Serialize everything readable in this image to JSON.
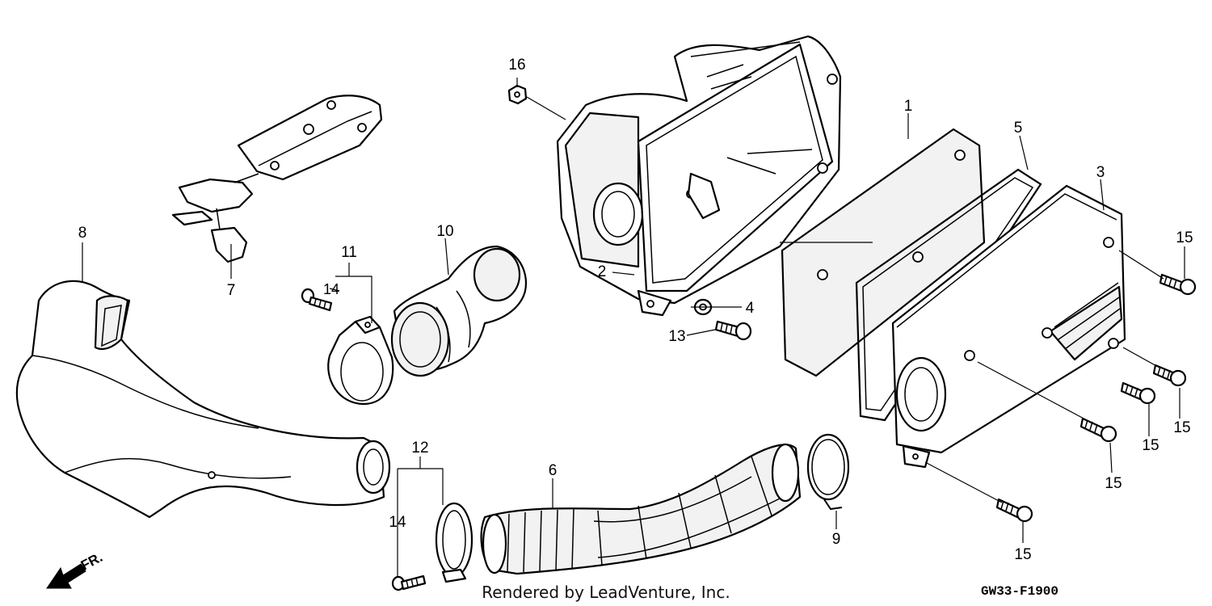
{
  "diagram": {
    "code": "GW33-F1900",
    "credit": "Rendered by LeadVenture, Inc.",
    "direction_label": "FR.",
    "callouts": {
      "c1": "1",
      "c2": "2",
      "c3": "3",
      "c4": "4",
      "c5": "5",
      "c6": "6",
      "c7": "7",
      "c8": "8",
      "c9": "9",
      "c10": "10",
      "c11": "11",
      "c12": "12",
      "c13": "13",
      "c14a": "14",
      "c14b": "14",
      "c15a": "15",
      "c15b": "15",
      "c15c": "15",
      "c15d": "15",
      "c15e": "15",
      "c16": "16"
    }
  }
}
